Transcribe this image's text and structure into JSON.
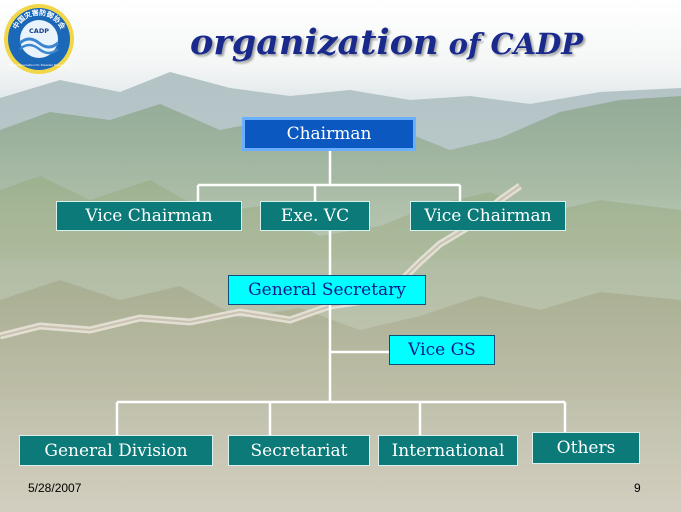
{
  "logo": {
    "top_text": "中国灾害防御协会",
    "center_text": "CADP",
    "bottom_text": "China Association for Disaster Prevention"
  },
  "title": {
    "main": "organization",
    "rest": " of CADP"
  },
  "org": {
    "chairman": "Chairman",
    "vice_chairman_left": "Vice Chairman",
    "exe_vc": "Exe. VC",
    "vice_chairman_right": "Vice Chairman",
    "general_secretary": "General Secretary",
    "vice_gs": "Vice GS",
    "general_division": "General Division",
    "secretariat": "Secretariat",
    "international": "International",
    "others": "Others"
  },
  "footer": {
    "date": "5/28/2007",
    "page": "9"
  },
  "colors": {
    "teal_box": "#0b7a78",
    "cyan_box": "#00ffff",
    "chairman_box": "#0b58c0",
    "title": "#1a2a8c"
  }
}
